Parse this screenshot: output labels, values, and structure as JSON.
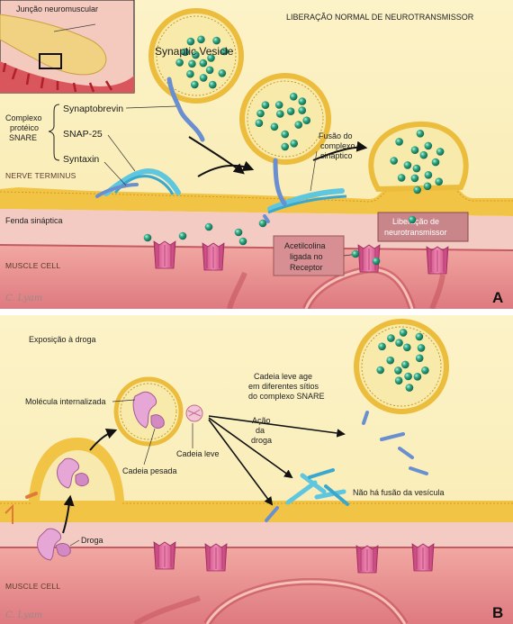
{
  "panel_a": {
    "letter": "A",
    "title": "LIBERAÇÃO NORMAL DE NEUROTRANSMISSOR",
    "inset_label": "Junção neuromuscular",
    "synaptic_vesicle": "Synaptic Vesicle",
    "snare_complex": [
      "Complexo",
      "protéico",
      "SNARE"
    ],
    "synaptobrevin": "Synaptobrevin",
    "snap25": "SNAP-25",
    "syntaxin": "Syntaxin",
    "fusion_label": [
      "Fusão do",
      "complexo",
      "sináptico"
    ],
    "nerve_terminus": "NERVE TERMINUS",
    "synaptic_cleft": "Fenda sináptica",
    "muscle_cell": "MUSCLE CELL",
    "release_label": [
      "Liberação de",
      "neurotransmissor"
    ],
    "ach_label": [
      "Acetilcolina",
      "ligada no",
      "Receptor"
    ],
    "signature": "C. Lyam"
  },
  "panel_b": {
    "letter": "B",
    "drug_exposure": "Exposição à droga",
    "internalized": "Molécula internalizada",
    "light_chain_label": [
      "Cadeia leve age",
      "em diferentes sítios",
      "do complexo SNARE"
    ],
    "drug_action": [
      "Ação",
      "da",
      "droga"
    ],
    "light_chain": "Cadeia leve",
    "heavy_chain": "Cadeia pesada",
    "drug": "Droga",
    "no_fusion": "Não há fusão da vesícula",
    "muscle_cell": "MUSCLE CELL",
    "signature": "C. Lyam"
  },
  "colors": {
    "cytoplasm": "#fbf0be",
    "membrane": "#f2c445",
    "cleft": "#f3c9c0",
    "muscle": "#e8868a",
    "vesicle_fill": "#f7eaaa",
    "neurotransmitter": "#2fa884",
    "receptor": "#e86a9a",
    "snare_blue": "#6a8fd0",
    "snare_cyan": "#5fc6e0",
    "toxin_pink": "#e6a6d6"
  }
}
